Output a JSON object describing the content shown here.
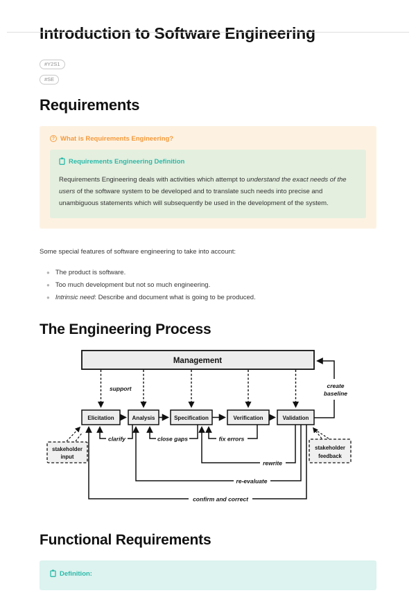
{
  "page": {
    "title": "Introduction to Software Engineering",
    "tags": [
      "#Y2S1",
      "#SE"
    ]
  },
  "requirements": {
    "heading": "Requirements",
    "callout": {
      "title": "What is Requirements Engineering?",
      "definition": {
        "title": "Requirements Engineering Definition",
        "body_1": "Requirements Engineering deals with activities which attempt to ",
        "body_em": "understand the exact needs of the users",
        "body_2": " of the software system to be developed and to translate such needs into precise and unambiguous statements which will subsequently be used in the development of the system."
      }
    },
    "paragraph": "Some special features of software engineering to take into account:",
    "bullets": [
      {
        "em": "",
        "text": "The product is software."
      },
      {
        "em": "",
        "text": "Too much development but not so much engineering."
      },
      {
        "em": "Intrinsic need",
        "text": ": Describe and document what is going to be produced."
      }
    ]
  },
  "process": {
    "heading": "The Engineering Process",
    "diagram": {
      "management": "Management",
      "stages": [
        "Elicitation",
        "Analysis",
        "Specification",
        "Verification",
        "Validation"
      ],
      "labels": {
        "support": "support",
        "create_line1": "create",
        "create_line2": "baseline",
        "clarify": "clarify",
        "close_gaps": "close gaps",
        "fix_errors": "fix errors",
        "rewrite": "rewrite",
        "re_evaluate": "re-evaluate",
        "confirm_correct": "confirm and correct",
        "input_line1": "stakeholder",
        "input_line2": "input",
        "feedback_line1": "stakeholder",
        "feedback_line2": "feedback"
      }
    }
  },
  "functional": {
    "heading": "Functional Requirements",
    "callout_title": "Definition:"
  },
  "icons": {
    "question": "?"
  },
  "colors": {
    "accent_orange": "#f59a3c",
    "accent_teal": "#2bb9a9",
    "callout_orange_bg": "#fdf2e2",
    "callout_green_bg": "#e4efdf",
    "callout_teal_bg": "#dcf3ef",
    "diagram_box_fill": "#ededed"
  }
}
